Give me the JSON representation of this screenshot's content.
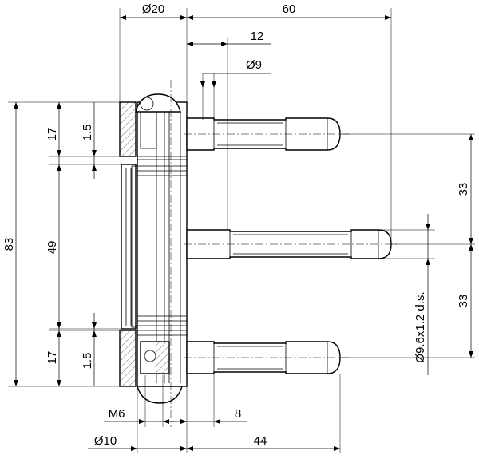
{
  "dimensions": {
    "top_diameter": "Ø20",
    "top_length": "60",
    "pin_offset": "12",
    "pin_diameter": "Ø9",
    "left_total": "83",
    "left_upper": "17",
    "left_middle": "49",
    "left_lower": "17",
    "gap_upper": "1.5",
    "gap_lower": "1.5",
    "right_upper": "33",
    "right_lower": "33",
    "thread_spec": "Ø9.6x1.2 d.s.",
    "bottom_thread": "M6",
    "bottom_offset": "8",
    "bottom_diameter": "Ø10",
    "bottom_length": "44"
  }
}
